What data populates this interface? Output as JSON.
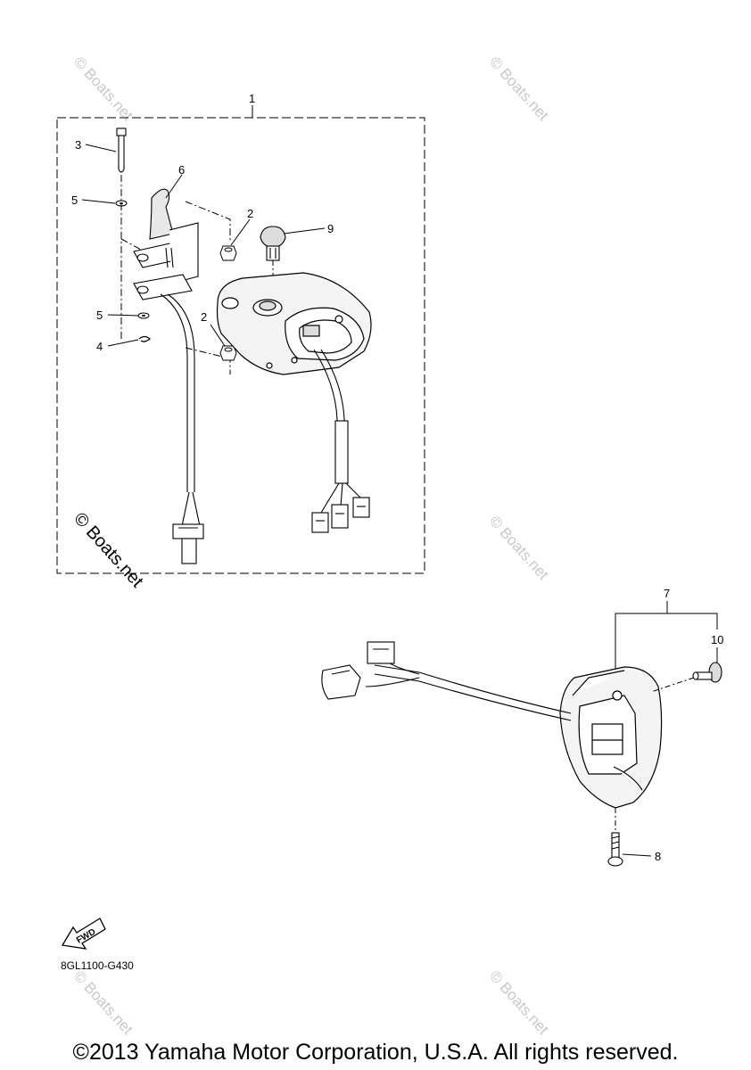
{
  "callouts": {
    "c1": "1",
    "c2a": "2",
    "c2b": "2",
    "c3": "3",
    "c4": "4",
    "c5a": "5",
    "c5b": "5",
    "c6": "6",
    "c7": "7",
    "c8": "8",
    "c9": "9",
    "c10": "10"
  },
  "fwd_label": "FWD",
  "reference_code": "8GL1100-G430",
  "watermark": "© Boats.net",
  "copyright": "©2013 Yamaha Motor Corporation, U.S.A. All rights reserved."
}
